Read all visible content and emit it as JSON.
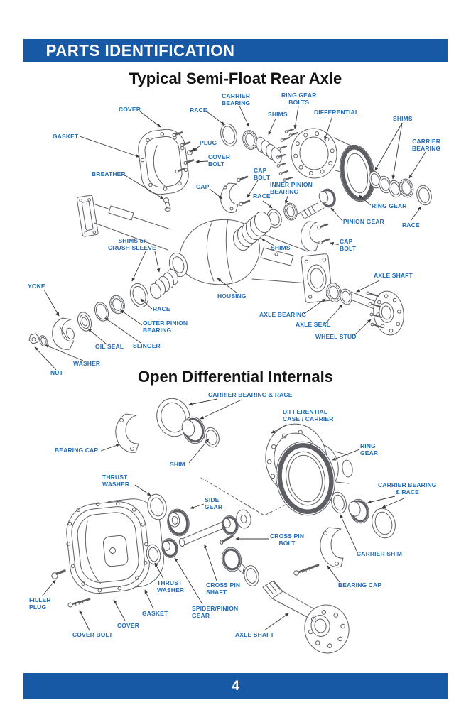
{
  "page": {
    "header": {
      "title": "PARTS IDENTIFICATION"
    },
    "footer": {
      "page_number": "4"
    },
    "colors": {
      "bar_blue": "#1859A6",
      "label_blue": "#1F6CB8",
      "title_color": "#141414",
      "line_color": "#5C5E64"
    }
  },
  "diagram1": {
    "title": "Typical Semi-Float Rear Axle",
    "labels": [
      {
        "id": "cover",
        "text": "COVER"
      },
      {
        "id": "gasket",
        "text": "GASKET"
      },
      {
        "id": "race-top",
        "text": "RACE"
      },
      {
        "id": "carrier-bearing-left",
        "text": "CARRIER\nBEARING"
      },
      {
        "id": "plug",
        "text": "PLUG"
      },
      {
        "id": "cover-bolt",
        "text": "COVER\nBOLT"
      },
      {
        "id": "breather",
        "text": "BREATHER"
      },
      {
        "id": "cap",
        "text": "CAP"
      },
      {
        "id": "cap-bolt-top",
        "text": "CAP\nBOLT"
      },
      {
        "id": "race-mid",
        "text": "RACE"
      },
      {
        "id": "ring-gear-bolts",
        "text": "RING GEAR\nBOLTS"
      },
      {
        "id": "shims-left",
        "text": "SHIMS"
      },
      {
        "id": "differential",
        "text": "DIFFERENTIAL"
      },
      {
        "id": "shims-right",
        "text": "SHIMS"
      },
      {
        "id": "carrier-bearing-right",
        "text": "CARRIER\nBEARING"
      },
      {
        "id": "inner-pinion-bearing",
        "text": "INNER PINION\nBEARING"
      },
      {
        "id": "ring-gear",
        "text": "RING GEAR"
      },
      {
        "id": "pinion-gear",
        "text": "PINION GEAR"
      },
      {
        "id": "race-right",
        "text": "RACE"
      },
      {
        "id": "cap-bolt-lower",
        "text": "CAP\nBOLT"
      },
      {
        "id": "shims-crush-sleeve",
        "text": "SHIMS or\nCRUSH SLEEVE"
      },
      {
        "id": "shims-center",
        "text": "SHIMS"
      },
      {
        "id": "housing",
        "text": "HOUSING"
      },
      {
        "id": "yoke",
        "text": "YOKE"
      },
      {
        "id": "race-lower",
        "text": "RACE"
      },
      {
        "id": "outer-pinion-bearing",
        "text": "OUTER PINION\nBEARING"
      },
      {
        "id": "oil-seal",
        "text": "OIL SEAL"
      },
      {
        "id": "slinger",
        "text": "SLINGER"
      },
      {
        "id": "washer",
        "text": "WASHER"
      },
      {
        "id": "nut",
        "text": "NUT"
      },
      {
        "id": "axle-shaft",
        "text": "AXLE SHAFT"
      },
      {
        "id": "axle-bearing",
        "text": "AXLE BEARING"
      },
      {
        "id": "axle-seal",
        "text": "AXLE SEAL"
      },
      {
        "id": "wheel-stud",
        "text": "WHEEL STUD"
      }
    ]
  },
  "diagram2": {
    "title": "Open Differential Internals",
    "labels": [
      {
        "id": "carrier-bearing-race-top",
        "text": "CARRIER BEARING & RACE"
      },
      {
        "id": "differential-case-carrier",
        "text": "DIFFERENTIAL\nCASE / CARRIER"
      },
      {
        "id": "bearing-cap-left",
        "text": "BEARING CAP"
      },
      {
        "id": "shim",
        "text": "SHIM"
      },
      {
        "id": "ring-gear",
        "text": "RING\nGEAR"
      },
      {
        "id": "thrust-washer-upper",
        "text": "THRUST\nWASHER"
      },
      {
        "id": "side-gear",
        "text": "SIDE\nGEAR"
      },
      {
        "id": "carrier-bearing-race-right",
        "text": "CARRIER BEARING\n& RACE"
      },
      {
        "id": "cross-pin-bolt",
        "text": "CROSS PIN\nBOLT"
      },
      {
        "id": "carrier-shim",
        "text": "CARRIER SHIM"
      },
      {
        "id": "bearing-cap-right",
        "text": "BEARING CAP"
      },
      {
        "id": "thrust-washer-lower",
        "text": "THRUST\nWASHER"
      },
      {
        "id": "cross-pin-shaft",
        "text": "CROSS PIN\nSHAFT"
      },
      {
        "id": "spider-pinion-gear",
        "text": "SPIDER/PINION\nGEAR"
      },
      {
        "id": "gasket",
        "text": "GASKET"
      },
      {
        "id": "cover",
        "text": "COVER"
      },
      {
        "id": "cover-bolt",
        "text": "COVER BOLT"
      },
      {
        "id": "filler-plug",
        "text": "FILLER\nPLUG"
      },
      {
        "id": "axle-shaft",
        "text": "AXLE SHAFT"
      }
    ]
  }
}
